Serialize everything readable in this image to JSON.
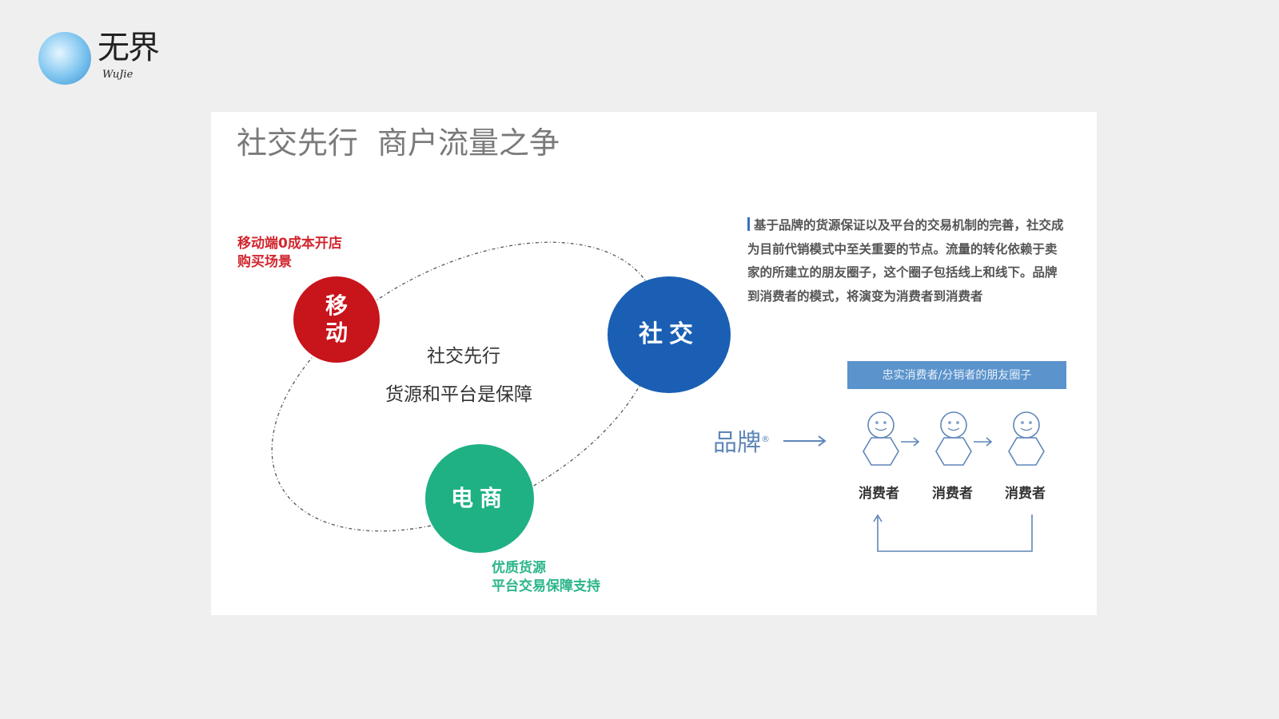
{
  "logo": {
    "text": "无界",
    "sub": "WuJie"
  },
  "slide": {
    "title_parts": [
      "社交先行",
      "商户流量之争"
    ],
    "circles": {
      "mobile": "移\n动",
      "social": "社交",
      "ecommerce": "电商"
    },
    "center_lines": [
      "社交先行",
      "货源和平台是保障"
    ],
    "mobile_label": [
      "移动端0成本开店",
      "购买场景"
    ],
    "ecommerce_label": [
      "优质货源",
      "平台交易保障支持"
    ],
    "paragraph": "基于品牌的货源保证以及平台的交易机制的完善，社交成为目前代销模式中至关重要的节点。流量的转化依赖于卖家的所建立的朋友圈子，这个圈子包括线上和线下。品牌到消费者的模式，将演变为消费者到消费者",
    "band_label": "忠实消费者/分销者的朋友圈子",
    "brand": "品牌",
    "brand_mark": "®",
    "consumers": [
      "消费者",
      "消费者",
      "消费者"
    ]
  },
  "colors": {
    "red": "#c8141b",
    "blue": "#1a5fb4",
    "green": "#1fb184",
    "band": "#5b93cc"
  }
}
